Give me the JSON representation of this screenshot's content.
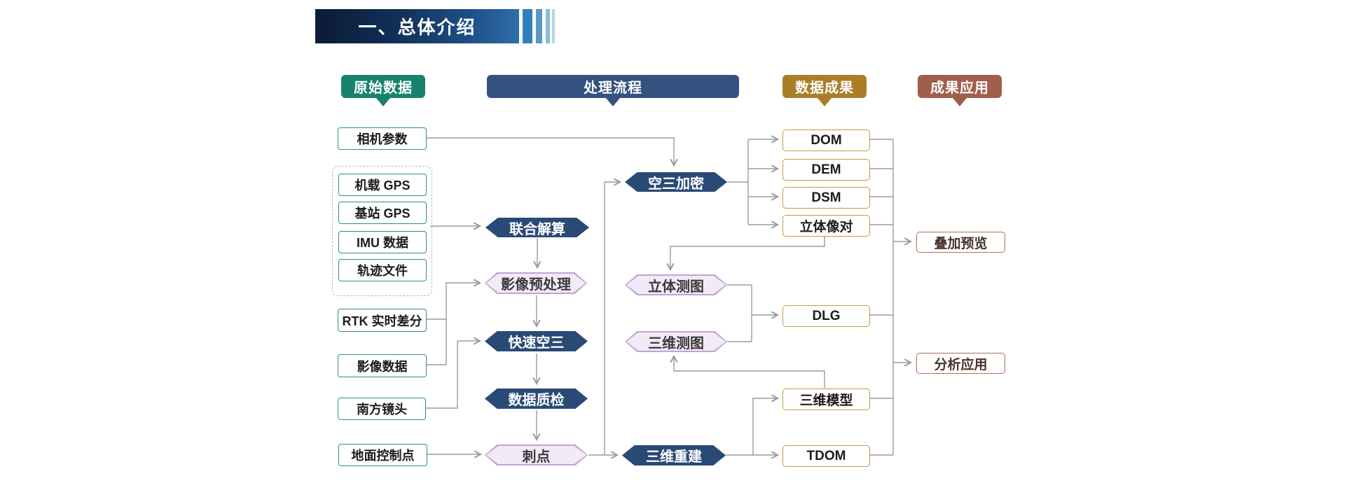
{
  "banner": {
    "title": "一、总体介绍"
  },
  "headers": {
    "raw": {
      "label": "原始数据",
      "color": "#17836c"
    },
    "process": {
      "label": "处理流程",
      "color": "#35517f"
    },
    "results": {
      "label": "数据成果",
      "color": "#aa7d28"
    },
    "apps": {
      "label": "成果应用",
      "color": "#a05e4c"
    }
  },
  "raw_data": {
    "camera": {
      "label": "相机参数"
    },
    "gps_group": {
      "airborne_gps": {
        "label": "机载 GPS"
      },
      "base_gps": {
        "label": "基站 GPS"
      },
      "imu": {
        "label": "IMU 数据"
      },
      "track": {
        "label": "轨迹文件"
      }
    },
    "rtk": {
      "label": "RTK 实时差分"
    },
    "imagery": {
      "label": "影像数据"
    },
    "lens": {
      "label": "南方镜头"
    },
    "gcp": {
      "label": "地面控制点"
    }
  },
  "process": {
    "joint_solution": {
      "label": "联合解算"
    },
    "image_preprocess": {
      "label": "影像预处理"
    },
    "fast_at": {
      "label": "快速空三"
    },
    "data_qc": {
      "label": "数据质检"
    },
    "point_prick": {
      "label": "刺点"
    },
    "at_densification": {
      "label": "空三加密"
    },
    "stereo_mapping": {
      "label": "立体测图"
    },
    "mapping_3d": {
      "label": "三维测图"
    },
    "recon_3d": {
      "label": "三维重建"
    }
  },
  "results": {
    "dom": {
      "label": "DOM"
    },
    "dem": {
      "label": "DEM"
    },
    "dsm": {
      "label": "DSM"
    },
    "stereo_pair": {
      "label": "立体像对"
    },
    "dlg": {
      "label": "DLG"
    },
    "model_3d": {
      "label": "三维模型"
    },
    "tdom": {
      "label": "TDOM"
    }
  },
  "applications": {
    "overlay_preview": {
      "label": "叠加预览"
    },
    "analysis_app": {
      "label": "分析应用"
    }
  },
  "colors": {
    "navy_hexagon": "#2a4a76",
    "lavender_fill": "#f1eaf7",
    "lavender_border": "#c2a3d1",
    "teal_border": "#2e9082",
    "gold_border": "#c49a42",
    "red_border": "#b06b54",
    "wire": "#9b9b9b",
    "banner_gradient_start": "#0b1b36",
    "banner_gradient_end": "#2e6dab"
  }
}
